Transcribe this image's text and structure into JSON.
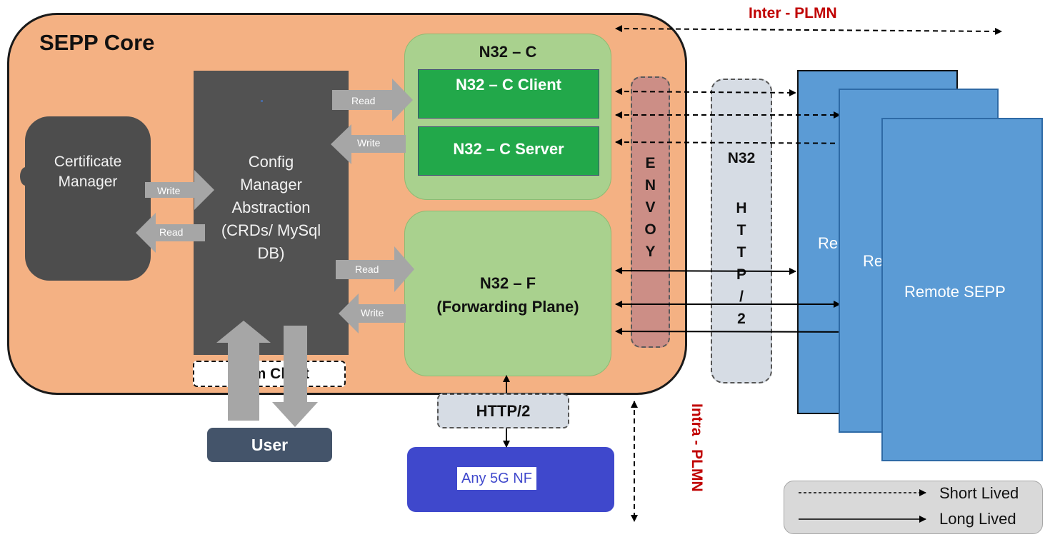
{
  "sepp_core": {
    "title": "SEPP Core"
  },
  "certificate_manager": {
    "line1": "Certificate",
    "line2": "Manager"
  },
  "config_manager": {
    "line1": "Config",
    "line2": "Manager",
    "line3": "Abstraction",
    "line4": "(CRDs/ MySql",
    "line5": "DB)"
  },
  "helm_chart": {
    "label": "Helm Chart"
  },
  "user": {
    "label": "User"
  },
  "n32c": {
    "title": "N32 – C",
    "client": "N32 – C Client",
    "server": "N32 – C Server"
  },
  "n32f": {
    "line1": "N32 – F",
    "line2": "(Forwarding Plane)"
  },
  "envoy": {
    "letters": [
      "E",
      "N",
      "V",
      "O",
      "Y"
    ]
  },
  "n32_http": {
    "title": "N32",
    "letters": [
      "H",
      "T",
      "T",
      "P",
      "/",
      "2"
    ]
  },
  "http2": {
    "label": "HTTP/2"
  },
  "any_nf": {
    "label": "Any 5G NF"
  },
  "remote_sepp": {
    "partial_1": "Re",
    "partial_2": "Re",
    "label": "Remote SEPP"
  },
  "arrows": {
    "cert_write": "Write",
    "cert_read": "Read",
    "n32c_read": "Read",
    "n32c_write": "Write",
    "n32f_read": "Read",
    "n32f_write": "Write"
  },
  "zones": {
    "inter": "Inter - PLMN",
    "intra": "Intra - PLMN"
  },
  "legend": {
    "short": "Short Lived",
    "long": "Long Lived"
  },
  "colors": {
    "core_bg": "#f4b183",
    "block_dark": "#525252",
    "green_light": "#a9d18e",
    "green_dark": "#22a84a",
    "envoy": "#cc8e86",
    "http_box": "#d6dce4",
    "nf_blue": "#3f48cc",
    "sepp_blue": "#5b9bd5",
    "zone_red": "#c00000",
    "user_slate": "#44546a"
  }
}
